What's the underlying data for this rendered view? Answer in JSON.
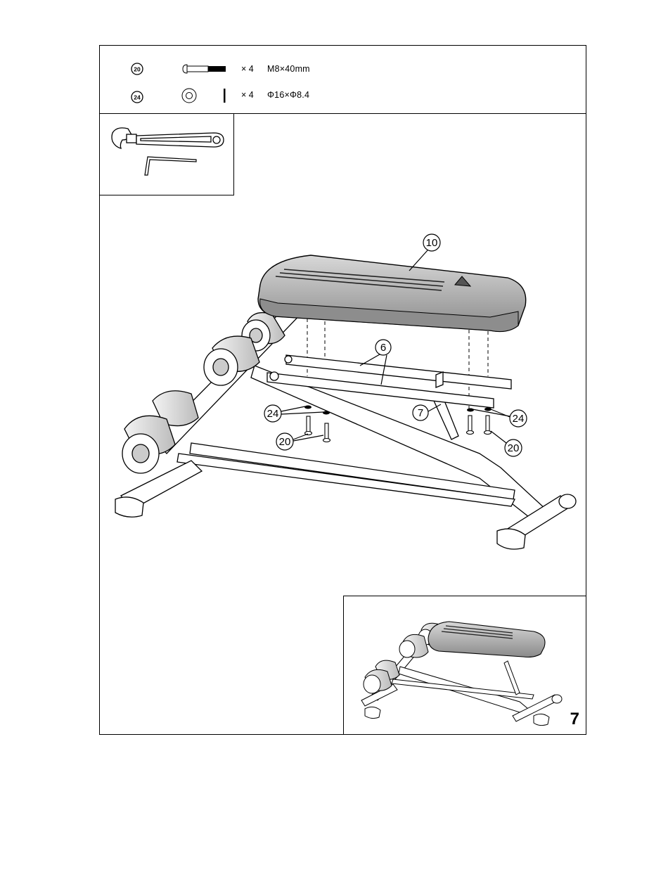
{
  "hardware": [
    {
      "part_no": "20",
      "quantity_text": "× 4",
      "spec": "M8×40mm",
      "icon": "bolt-icon"
    },
    {
      "part_no": "24",
      "quantity_text": "× 4",
      "spec": "Φ16×Φ8.4",
      "icon": "washer-icon"
    }
  ],
  "tools": [
    "adjustable-wrench-icon",
    "allen-key-icon"
  ],
  "callouts": {
    "seat": "10",
    "bracket": "6",
    "tube": "7",
    "washer_left": "24",
    "washer_right": "24",
    "bolt_left": "20",
    "bolt_right": "20"
  },
  "step_number": "7"
}
